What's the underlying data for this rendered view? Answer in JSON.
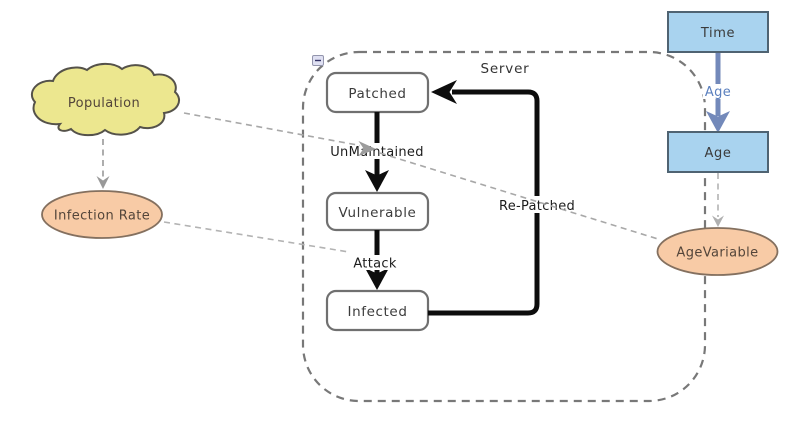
{
  "colors": {
    "cloud_fill": "#ece78f",
    "variable_fill": "#f8cba6",
    "stock_fill": "#a9d3ef",
    "flow_arrow": "#7389ba",
    "flow_label": "#5a7fbe",
    "transition": "#0d0d0d",
    "dependency_arrow": "#9c9c9c"
  },
  "group": {
    "label": "Server",
    "collapse_icon": "minus"
  },
  "nodes": {
    "time": {
      "label": "Time",
      "type": "stock"
    },
    "age": {
      "label": "Age",
      "type": "stock"
    },
    "age_variable": {
      "label": "AgeVariable",
      "type": "variable"
    },
    "population": {
      "label": "Population",
      "type": "cloud"
    },
    "infection_rate": {
      "label": "Infection Rate",
      "type": "variable"
    },
    "patched": {
      "label": "Patched",
      "type": "state"
    },
    "vulnerable": {
      "label": "Vulnerable",
      "type": "state"
    },
    "infected": {
      "label": "Infected",
      "type": "state"
    }
  },
  "edges": {
    "unmaintained": {
      "label": "UnMaintained",
      "from": "Patched",
      "to": "Vulnerable",
      "style": "solid-black"
    },
    "attack": {
      "label": "Attack",
      "from": "Vulnerable",
      "to": "Infected",
      "style": "solid-black"
    },
    "re_patched": {
      "label": "Re-Patched",
      "from": "Infected",
      "to": "Patched",
      "style": "solid-black"
    },
    "age_flow": {
      "label": "Age",
      "from": "Time",
      "to": "Age",
      "style": "solid-blue"
    }
  },
  "dependencies": [
    {
      "from": "Population",
      "to": "Infection Rate"
    },
    {
      "from": "Population",
      "to": "UnMaintained"
    },
    {
      "from": "AgeVariable",
      "to": "UnMaintained"
    },
    {
      "from": "Infection Rate",
      "to": "Attack"
    },
    {
      "from": "Age",
      "to": "AgeVariable"
    }
  ]
}
